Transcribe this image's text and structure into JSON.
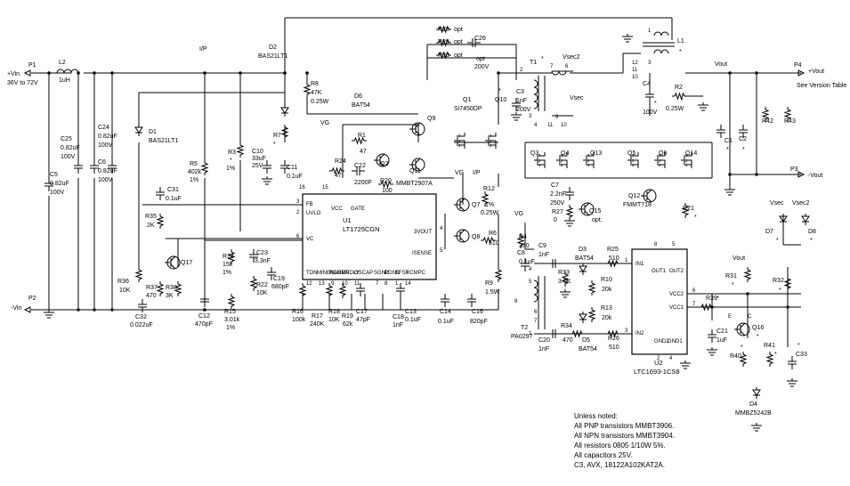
{
  "ports": {
    "p1": "P1",
    "vin_pos": "+Vin",
    "vin_range": "36V to 72V",
    "p2": "P2",
    "vin_neg": "-Vin",
    "p4": "P4",
    "vout_pos": "+Vout",
    "version_note": "See Version Table",
    "p3": "P3",
    "vout_neg": "-Vout",
    "vout1": "Vout",
    "vout2": "Vout",
    "vsec1": "Vsec",
    "vsec2": "Vsec2",
    "vsec3": "Vsec",
    "vsec4": "Vsec2",
    "ip1": "I/P",
    "ip2": "I/P",
    "vg1": "VG",
    "vg2": "VG",
    "vg3": "VG"
  },
  "parts": {
    "L2": [
      "L2",
      "1uH"
    ],
    "C25": [
      "C25",
      "0.82uF",
      "100V"
    ],
    "C24": [
      "C24",
      "0.82uF",
      "100V"
    ],
    "C6": [
      "C6",
      "0.82uF",
      "100V"
    ],
    "C5": [
      "C5",
      "0.82uF",
      "100V"
    ],
    "D1": [
      "D1",
      "BAS21LT1"
    ],
    "D2": [
      "D2",
      "BAS21LT1"
    ],
    "R8": [
      "R8",
      "47K",
      "0.25W"
    ],
    "D6": [
      "D6",
      "BAT54"
    ],
    "R7": [
      "R7",
      "*"
    ],
    "C10": [
      "C10",
      "33uF",
      "25V"
    ],
    "C11": [
      "C11",
      "0.1uF"
    ],
    "R1": [
      "R1",
      "47"
    ],
    "Q9": [
      "Q9"
    ],
    "Q2": [
      "Q2"
    ],
    "Q11": [
      "Q11"
    ],
    "R24": [
      "R24",
      "47"
    ],
    "C22": [
      "C22",
      "2200F"
    ],
    "R20": [
      "R20",
      "100"
    ],
    "MMBT2907A": [
      "MMBT2907A"
    ],
    "R3": [
      "R3",
      "*",
      "1%"
    ],
    "R5": [
      "R5",
      "402k",
      "1%"
    ],
    "C31": [
      "C31",
      "0.1uF"
    ],
    "R35": [
      "R35",
      "2K"
    ],
    "Q17": [
      "Q17"
    ],
    "R36": [
      "R36",
      "10K"
    ],
    "R37": [
      "R37",
      "470"
    ],
    "R38": [
      "R38",
      "3K"
    ],
    "C32": [
      "C32",
      "0.022uF"
    ],
    "C12": [
      "C12",
      "470pF"
    ],
    "R14": [
      "R14",
      "15k",
      "1%"
    ],
    "R15": [
      "R15",
      "3.01k",
      "1%"
    ],
    "C23": [
      "C23",
      "3.3nF"
    ],
    "R22": [
      "R22",
      "10K"
    ],
    "C19": [
      "C19",
      "680pF"
    ],
    "R16": [
      "R16",
      "100k"
    ],
    "R17": [
      "R17",
      "240K"
    ],
    "R18": [
      "R18",
      "10K"
    ],
    "R19": [
      "R19",
      "62k"
    ],
    "C17": [
      "C17",
      "47pF"
    ],
    "C13": [
      "C13",
      "0.1uF"
    ],
    "C18": [
      "C18",
      "1nF"
    ],
    "C14": [
      "C14",
      "0.1uF"
    ],
    "C16": [
      "C16",
      "820pF"
    ],
    "R28": [
      "R28",
      "opt"
    ],
    "R29": [
      "R29",
      "opt"
    ],
    "R30": [
      "R30",
      "opt"
    ],
    "C26": [
      "C26",
      "opt",
      "200V"
    ],
    "Q1": [
      "Q1",
      "Si7450DP"
    ],
    "Q10": [
      "Q10",
      "*"
    ],
    "C3": [
      "C3",
      "1nF",
      "200V"
    ],
    "T1": [
      "T1",
      "*"
    ],
    "Q7": [
      "Q7"
    ],
    "Q8": [
      "Q8"
    ],
    "R12": [
      "R12",
      "*",
      "1%",
      "0.25W"
    ],
    "R6": [
      "R6",
      "510"
    ],
    "R4": [
      "R4",
      "330"
    ],
    "C8": [
      "C8",
      "0.1uF"
    ],
    "R9": [
      "R9",
      "*",
      "1.5W"
    ],
    "C7": [
      "C7",
      "2.2nF",
      "250V"
    ],
    "R27": [
      "R27",
      "0"
    ],
    "Q15": [
      "Q15",
      "opt."
    ],
    "Q12": [
      "Q12",
      "FMMT718"
    ],
    "R21": [
      "R21",
      "*"
    ],
    "Q3": [
      "Q3"
    ],
    "Q4": [
      "Q4"
    ],
    "Q13": [
      "Q13"
    ],
    "Q5": [
      "Q5"
    ],
    "Q6": [
      "Q6"
    ],
    "Q14": [
      "Q14"
    ],
    "L1": [
      "L1",
      "*"
    ],
    "C4": [
      "C4",
      "*",
      "100V"
    ],
    "R2": [
      "R2",
      "*",
      "0.25W"
    ],
    "C1": [
      "C1",
      "*"
    ],
    "C2": [
      "C2",
      "*"
    ],
    "R42": [
      "R42"
    ],
    "R43": [
      "R43"
    ],
    "C9": [
      "C9",
      "1nF"
    ],
    "D3": [
      "D3",
      "BAT54"
    ],
    "R25": [
      "R25",
      "510"
    ],
    "R33": [
      "R33",
      "3.0K"
    ],
    "R10": [
      "R10",
      "20k"
    ],
    "R13": [
      "R13",
      "20k"
    ],
    "T2": [
      "T2",
      "PA0297"
    ],
    "C20": [
      "C20",
      "1nF"
    ],
    "R34": [
      "R34",
      "470"
    ],
    "D5": [
      "D5",
      "BAT54"
    ],
    "R26": [
      "R26",
      "510"
    ],
    "D7": [
      "D7",
      "*"
    ],
    "D8": [
      "D8",
      "*"
    ],
    "R31": [
      "R31",
      "*"
    ],
    "R32": [
      "R32",
      "*"
    ],
    "R39": [
      "R39",
      "*"
    ],
    "C21": [
      "C21",
      "1uF"
    ],
    "Q16": [
      "Q16",
      "*"
    ],
    "R40": [
      "R40",
      "*"
    ],
    "R41": [
      "R41",
      "*"
    ],
    "C33": [
      "C33",
      "*"
    ],
    "D4": [
      "D4",
      "MMBZ5242B"
    ]
  },
  "u1": {
    "ref": "U1",
    "name": "LT1725CGN",
    "pins": {
      "fb": "FB",
      "vcc": "VCC",
      "uvlo": "UVLO",
      "gate": "GATE",
      "vc": "VC",
      "vout3": "3VOUT",
      "isense": "ISENSE",
      "ton": "TON",
      "minenab": "MINENAB",
      "rcomp": "RCOMP",
      "enndly": "ENDLY",
      "oscap": "OSCAP",
      "sgnd": "SGND",
      "pgnd": "PGND",
      "sfst": "SFST",
      "rcmpc": "RCMPC"
    },
    "pin_numbers": {
      "p3": "3",
      "p16": "16",
      "p15": "15",
      "p2": "2",
      "p6": "6",
      "p4": "4",
      "p5": "5",
      "p12": "12",
      "p13": "13",
      "p9": "9",
      "p10": "10",
      "p11": "11",
      "p7": "7",
      "p8": "8",
      "p1": "1",
      "p14": "14"
    }
  },
  "u2": {
    "ref": "U2",
    "name": "LTC1693-1CS8",
    "pins": {
      "in1": "IN1",
      "in2": "IN2",
      "out1": "OUT1",
      "out2": "OUT2",
      "vcc2": "VCC2",
      "vcc1": "VCC1",
      "gnd2": "GND2",
      "gnd1": "GND1"
    },
    "pin_numbers": {
      "p1": "1",
      "p3": "3",
      "p8": "8",
      "p5": "5",
      "p6": "6",
      "p7": "7",
      "p2": "2",
      "p4": "4"
    }
  },
  "t1_pins": {
    "a": "2",
    "b": "7",
    "c": "6",
    "d": "9",
    "e": "3",
    "f": "4",
    "g": "11",
    "h": "10"
  },
  "t2_pins": {
    "a": "4",
    "b": "5",
    "c": "8",
    "d": "6",
    "e": "7",
    "f": "1"
  },
  "l1_pins": {
    "a": "1",
    "b": "3",
    "c": "12",
    "d": "11",
    "e": "10"
  },
  "q16_pins": {
    "e": "E",
    "c": "C"
  },
  "notes": [
    "Unless noted:",
    "All PNP transistors MMBT3906.",
    "All NPN transistors MMBT3904.",
    "All resistors 0805 1/10W 5%.",
    "All capacitors 25V.",
    "C3, AVX, 18122A102KAT2A."
  ]
}
